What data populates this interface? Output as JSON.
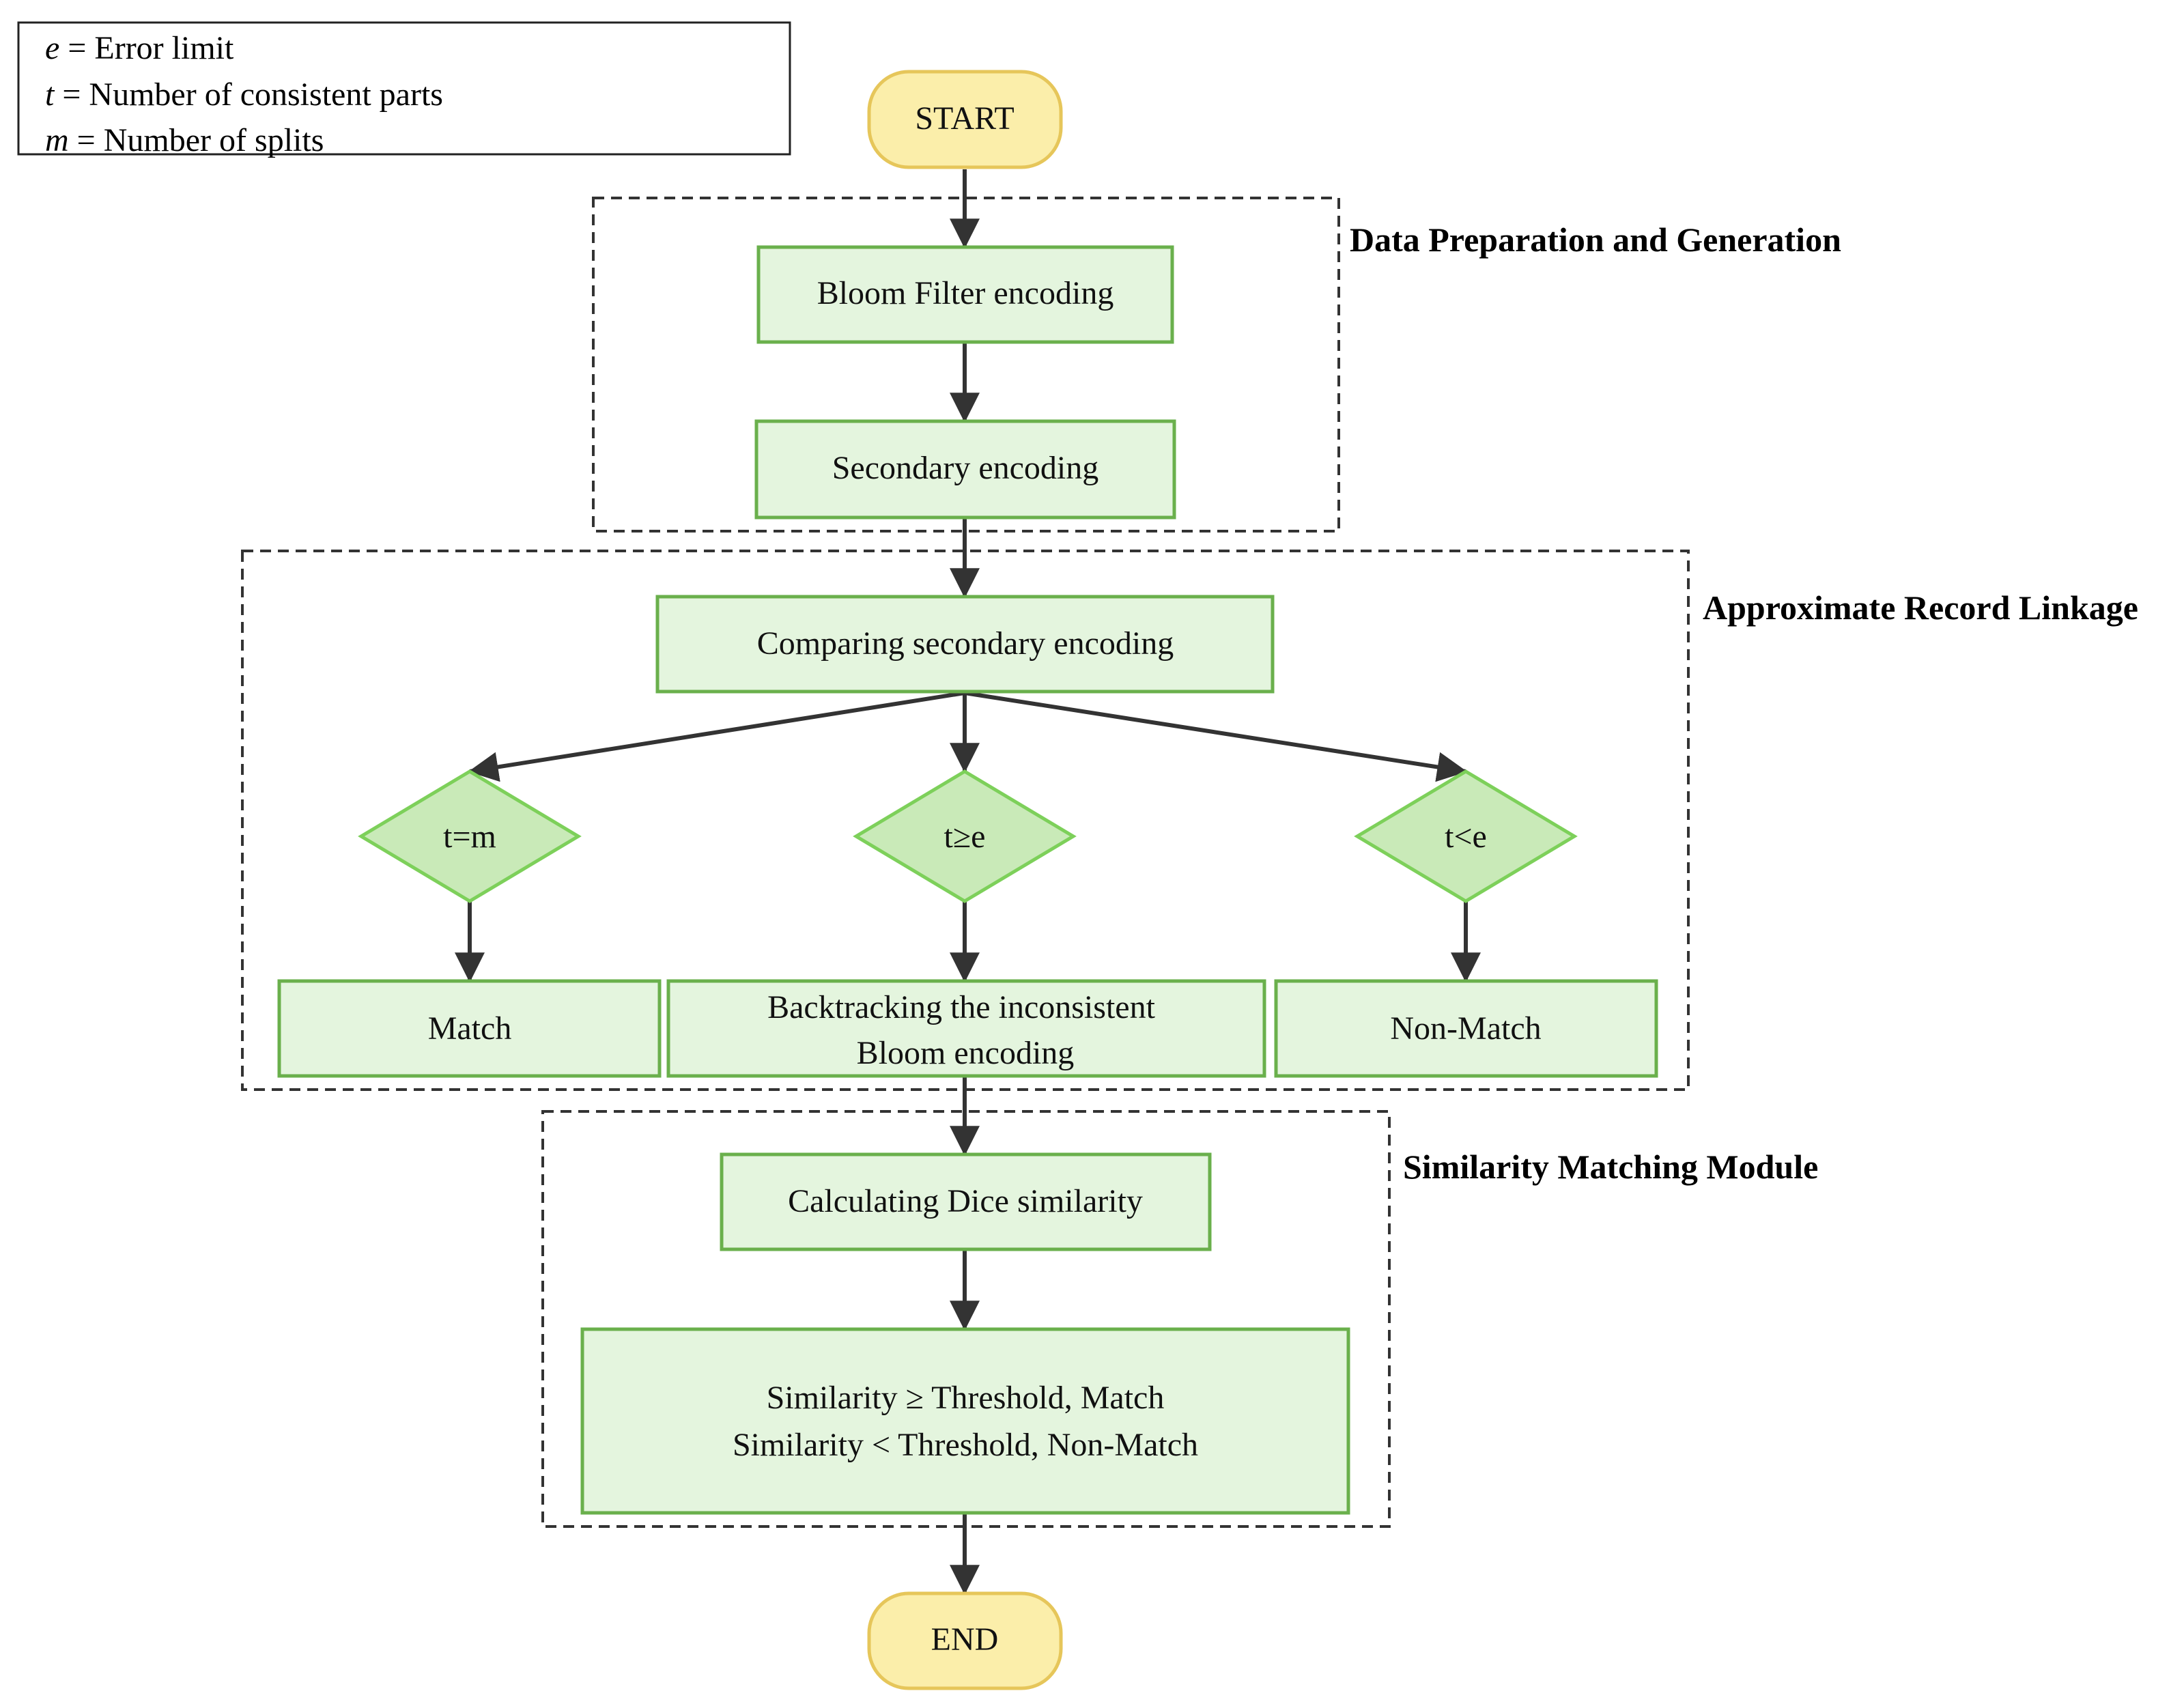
{
  "legend": {
    "items": [
      {
        "var": "e",
        "text": " = Error limit"
      },
      {
        "var": "t",
        "text": " = Number of consistent parts"
      },
      {
        "var": "m",
        "text": " = Number of splits"
      }
    ]
  },
  "sections": {
    "data_prep": "Data Preparation and Generation",
    "approx_linkage": "Approximate Record Linkage",
    "similarity_module": "Similarity Matching Module"
  },
  "nodes": {
    "start": "START",
    "bloom_filter": "Bloom Filter encoding",
    "secondary": "Secondary encoding",
    "comparing": "Comparing secondary encoding",
    "cond_match": "t=m",
    "cond_backtrack": "t≥e",
    "cond_nonmatch": "t<e",
    "match": "Match",
    "backtrack_line1": "Backtracking the inconsistent",
    "backtrack_line2": "Bloom encoding",
    "nonmatch": "Non-Match",
    "dice": "Calculating Dice similarity",
    "decision_line1": "Similarity ≥ Threshold, Match",
    "decision_line2": "Similarity < Threshold,  Non-Match",
    "end": "END"
  },
  "colors": {
    "process_fill": "#e4f5de",
    "process_stroke": "#6ab04c",
    "decision_fill": "#c9eab8",
    "decision_stroke": "#7dd05a",
    "terminal_fill": "#fbeeaa",
    "terminal_stroke": "#e6c65a",
    "arrow": "#333333",
    "section_border": "#333333"
  }
}
